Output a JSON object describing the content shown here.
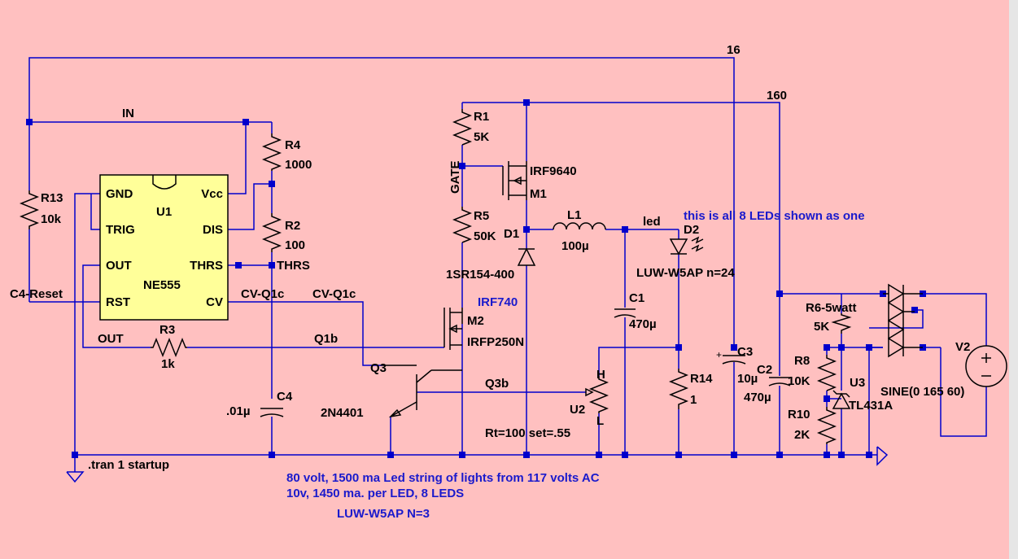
{
  "colors": {
    "canvas": "#ffc0c0",
    "wire": "#0000cc",
    "component": "#000000",
    "ic_body": "#ffff99",
    "note_text": "#1a1acc",
    "scrollbar": "#e6e6e6"
  },
  "net_labels": {
    "n16": "16",
    "n160": "160",
    "in": "IN",
    "c4_reset": "C4-Reset",
    "out": "OUT",
    "thrs": "THRS",
    "cv_q1c_a": "CV-Q1c",
    "cv_q1c_b": "CV-Q1c",
    "q1b": "Q1b",
    "q3b": "Q3b",
    "gate": "GATE",
    "led": "led"
  },
  "u1": {
    "name": "U1",
    "part": "NE555",
    "pins": {
      "gnd": "GND",
      "trig": "TRIG",
      "out": "OUT",
      "rst": "RST",
      "vcc": "Vcc",
      "dis": "DIS",
      "thrs": "THRS",
      "cv": "CV"
    }
  },
  "components": {
    "r1": {
      "name": "R1",
      "value": "5K"
    },
    "r2": {
      "name": "R2",
      "value": "100"
    },
    "r3": {
      "name": "R3",
      "value": "1k"
    },
    "r4": {
      "name": "R4",
      "value": "1000"
    },
    "r5": {
      "name": "R5",
      "value": "50K"
    },
    "r6": {
      "name": "R6-5watt",
      "value": "5K"
    },
    "r8": {
      "name": "R8",
      "value": "10K"
    },
    "r10": {
      "name": "R10",
      "value": "2K"
    },
    "r13": {
      "name": "R13",
      "value": "10k"
    },
    "r14": {
      "name": "R14",
      "value": "1"
    },
    "c1": {
      "name": "C1",
      "value": "470µ"
    },
    "c2": {
      "name": "C2",
      "value": "470µ"
    },
    "c3": {
      "name": "C3",
      "value": "10µ"
    },
    "c4": {
      "name": "C4",
      "value": ".01µ"
    },
    "l1": {
      "name": "L1",
      "value": "100µ"
    },
    "d1": {
      "name": "D1",
      "value": "1SR154-400"
    },
    "d2": {
      "name": "D2",
      "value": "LUW-W5AP n=24"
    },
    "m1": {
      "name": "M1",
      "value": "IRF9640"
    },
    "m2": {
      "name": "M2",
      "value": "IRFP250N",
      "alt": "IRF740"
    },
    "q3": {
      "name": "Q3",
      "value": "2N4401"
    },
    "u2": {
      "name": "U2",
      "value": "Rt=100 set=.55",
      "h": "H",
      "l": "L"
    },
    "u3": {
      "name": "U3",
      "value": "TL431A"
    },
    "v2": {
      "name": "V2",
      "value": "SINE(0 165 60)"
    }
  },
  "directive": ".tran 1 startup",
  "notes": {
    "all_leds": "this is all 8 LEDs shown as one",
    "line1": "80 volt, 1500 ma Led string of lights from 117 volts AC",
    "line2": "10v, 1450 ma. per LED, 8  LEDS",
    "line3": "LUW-W5AP  N=3"
  }
}
